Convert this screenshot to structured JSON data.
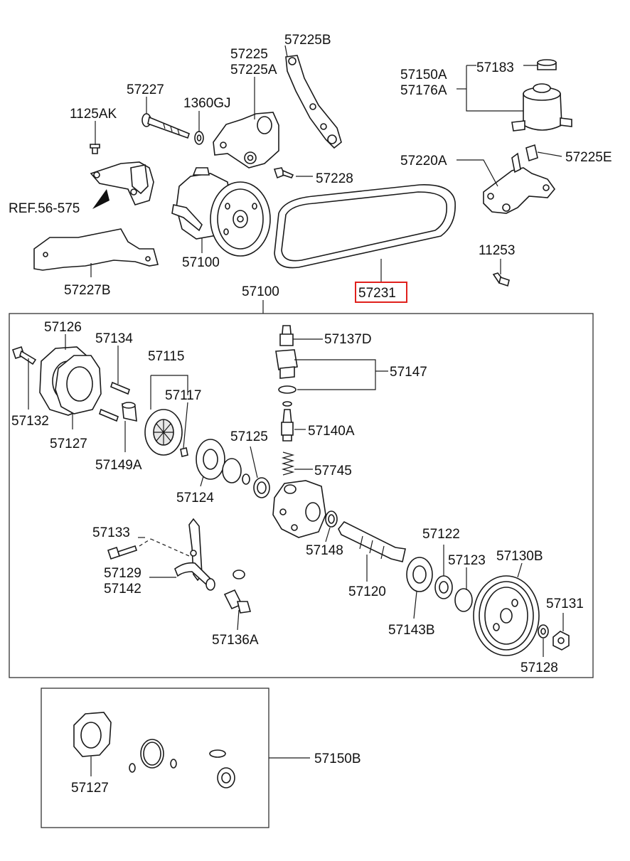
{
  "diagram": {
    "top_labels": {
      "p57225B": "57225B",
      "p57225": "57225",
      "p57225A": "57225A",
      "p57227": "57227",
      "p1360GJ": "1360GJ",
      "p1125AK": "1125AK",
      "p57150A": "57150A",
      "p57176A": "57176A",
      "p57183": "57183",
      "p57220A": "57220A",
      "p57225E": "57225E",
      "p57228": "57228",
      "ref": "REF.56-575",
      "p57100_pump": "57100",
      "p57227B": "57227B",
      "p11253": "11253",
      "p57231": "57231"
    },
    "assembly": {
      "title": "57100",
      "labels": {
        "p57126": "57126",
        "p57134": "57134",
        "p57115": "57115",
        "p57117": "57117",
        "p57132": "57132",
        "p57127": "57127",
        "p57149A": "57149A",
        "p57124": "57124",
        "p57125": "57125",
        "p57137D": "57137D",
        "p57147": "57147",
        "p57140A": "57140A",
        "p57745": "57745",
        "p57148": "57148",
        "p57133": "57133",
        "p57129": "57129",
        "p57142": "57142",
        "p57136A": "57136A",
        "p57120": "57120",
        "p57143B": "57143B",
        "p57122": "57122",
        "p57123": "57123",
        "p57130B": "57130B",
        "p57131": "57131",
        "p57128": "57128"
      }
    },
    "kit": {
      "label": "57150B",
      "part": "57127"
    },
    "highlight_part": "57231",
    "highlight_color": "#e0201c"
  }
}
